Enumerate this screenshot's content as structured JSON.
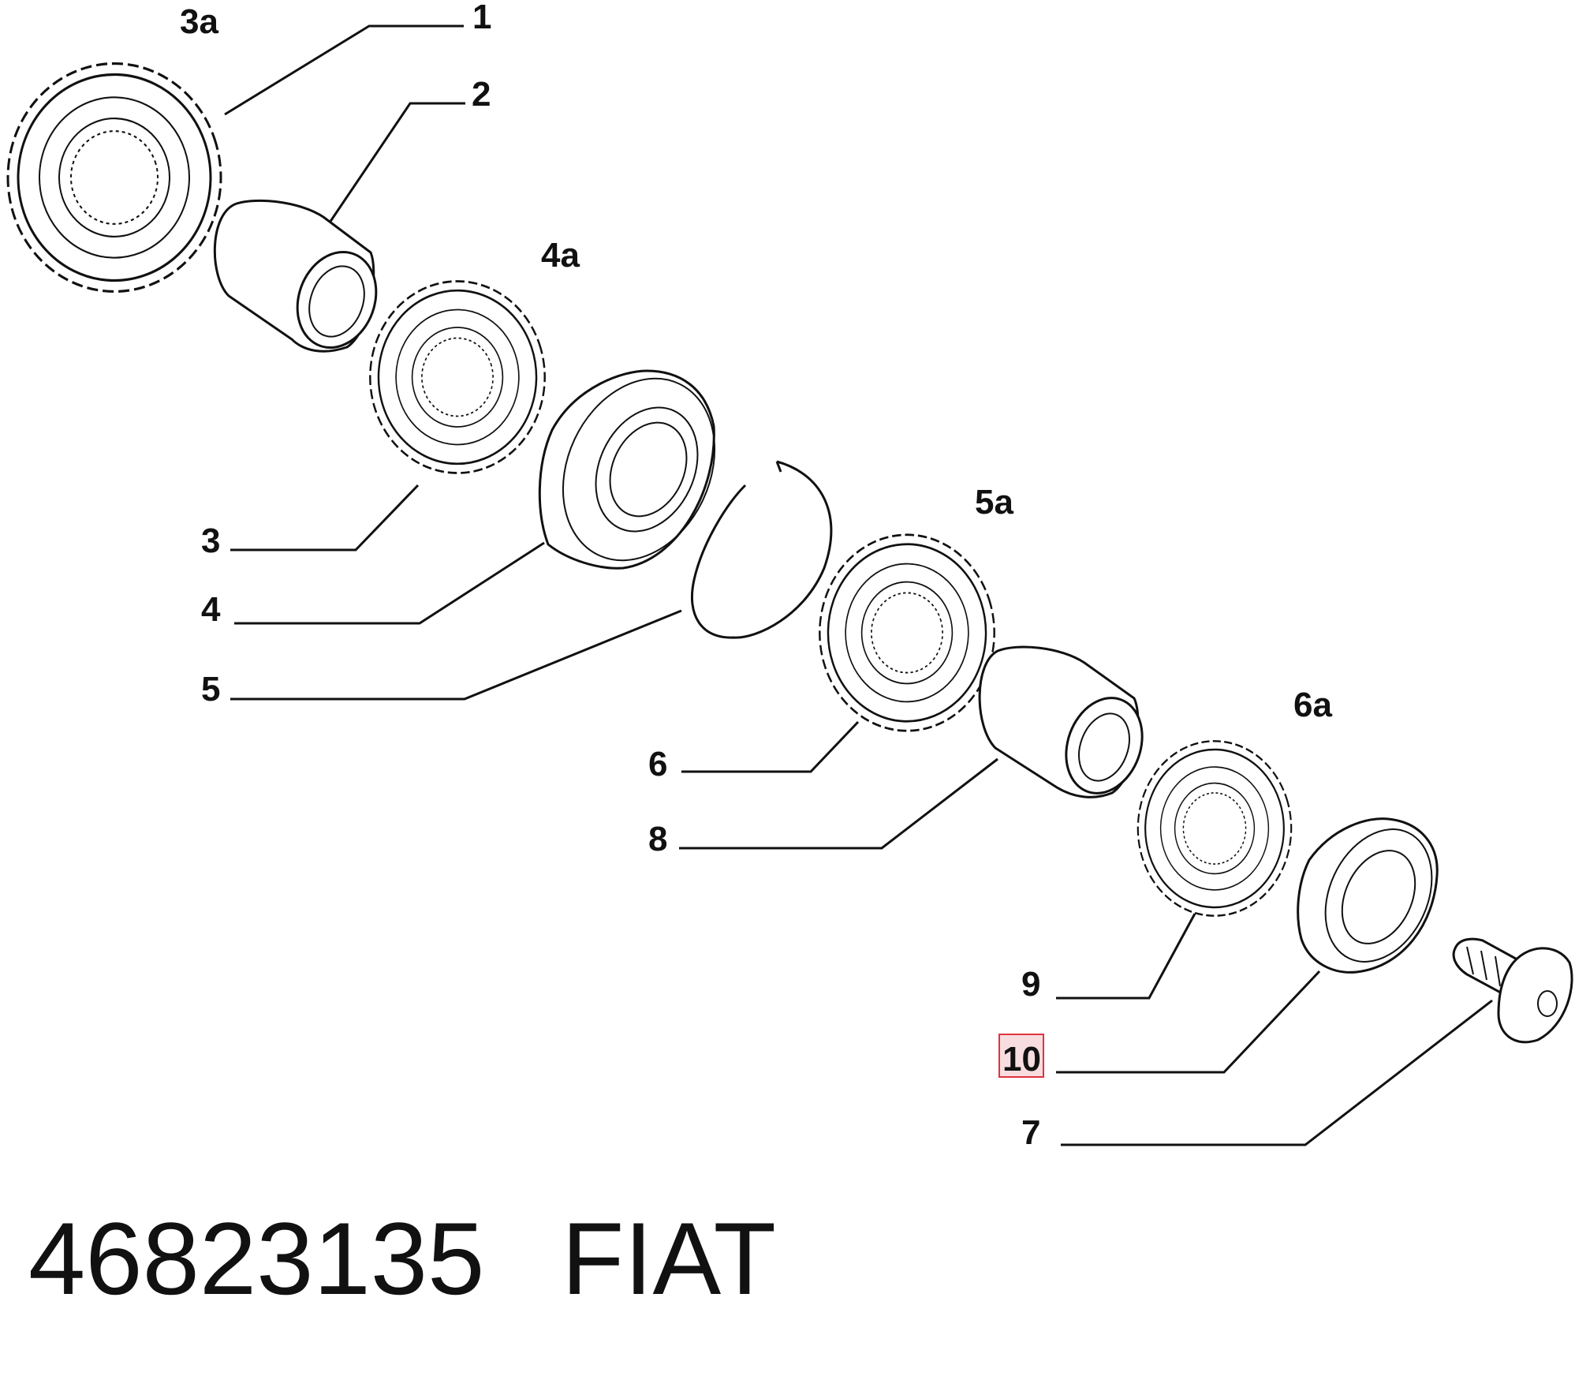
{
  "labels": {
    "l1": "1",
    "l2": "2",
    "l3": "3",
    "l3a": "3a",
    "l4": "4",
    "l4a": "4a",
    "l5": "5",
    "l5a": "5a",
    "l6": "6",
    "l6a": "6a",
    "l7": "7",
    "l8": "8",
    "l9": "9",
    "l10": "10"
  },
  "footer": {
    "part_number": "46823135",
    "brand": "FIAT"
  },
  "highlight_color": "#e0333d",
  "highlight_fill": "#f7dde0"
}
